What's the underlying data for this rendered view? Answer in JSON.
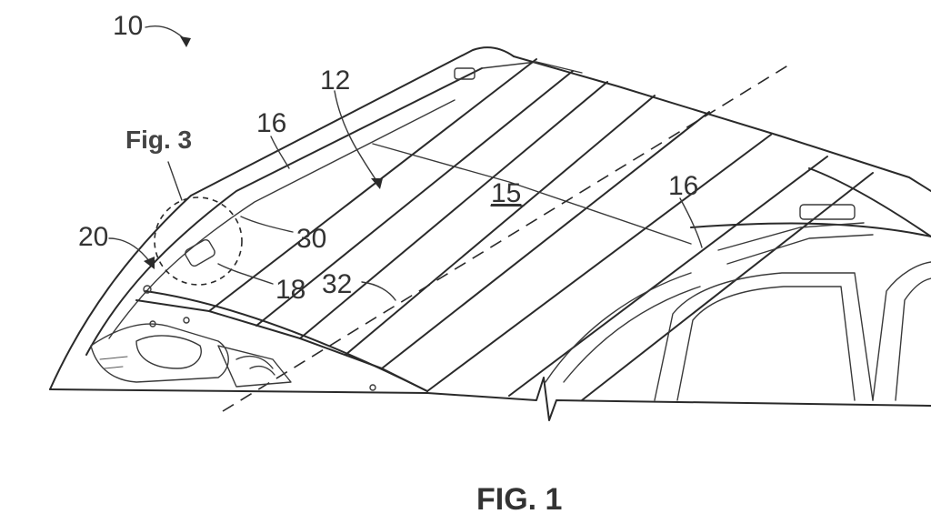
{
  "drawing": {
    "references": {
      "assembly": "10",
      "roof_panel": "12",
      "panel_area": "15",
      "rail_left": "16",
      "rail_right": "16",
      "mechanism": "18",
      "front_edge": "20",
      "member": "30",
      "seam": "32"
    },
    "detail_callout": "Fig. 3",
    "figure_caption": "FIG. 1"
  }
}
